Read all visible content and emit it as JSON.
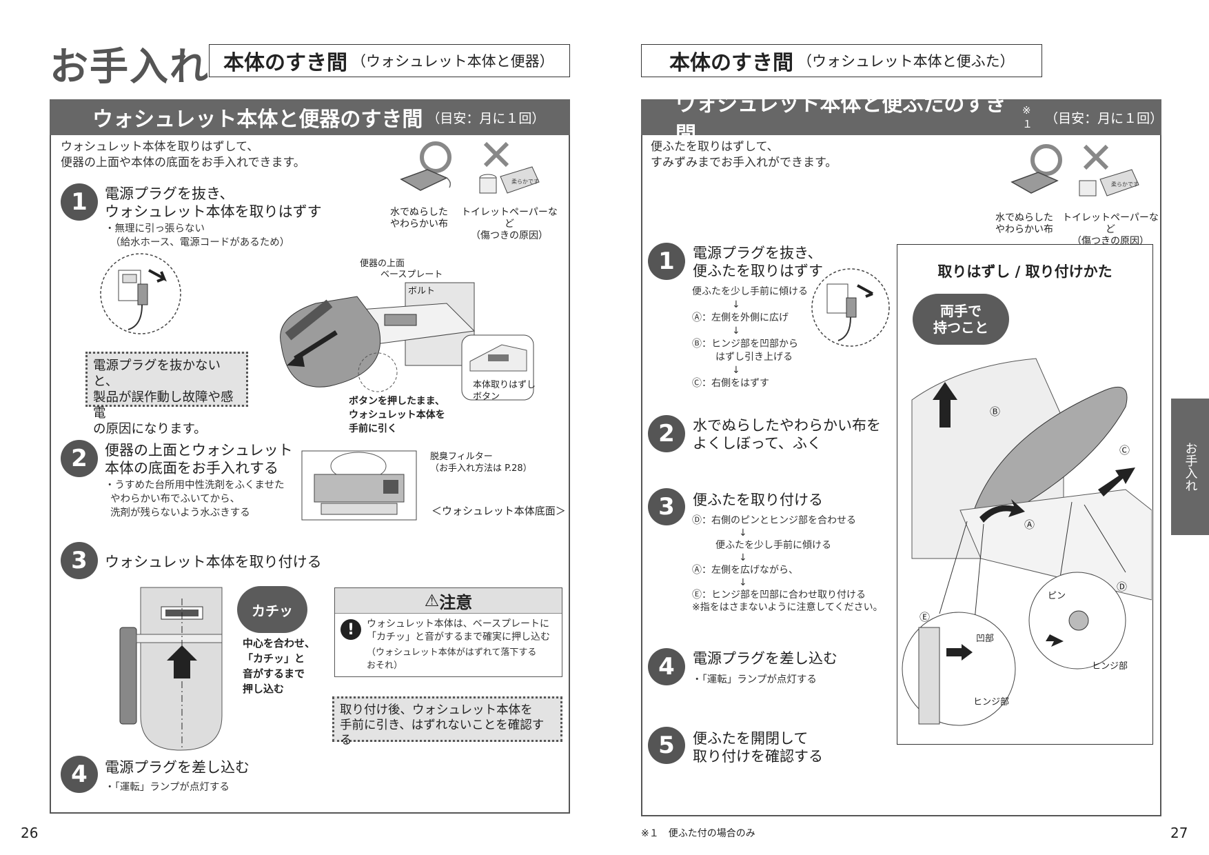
{
  "page_title": "お手入れ",
  "left": {
    "header_main": "本体のすき間",
    "header_sub": "（ウォシュレット本体と便器）",
    "section_title": "ウォシュレット本体と便器のすき間",
    "section_sub": "（目安：月に１回）",
    "intro": [
      "ウォシュレット本体を取りはずして、",
      "便器の上面や本体の底面をお手入れできます。"
    ],
    "good_label": [
      "水でぬらした",
      "やわらかい布"
    ],
    "bad_label": [
      "トイレットペーパーなど",
      "（傷つきの原因）"
    ],
    "paper_text": "柔らかです",
    "steps": [
      {
        "num": "1",
        "title": [
          "電源プラグを抜き、",
          "ウォシュレット本体を取りはずす"
        ],
        "notes": [
          "・無理に引っ張らない",
          "（給水ホース、電源コードがあるため）"
        ]
      },
      {
        "num": "2",
        "title": [
          "便器の上面とウォシュレット",
          "本体の底面をお手入れする"
        ],
        "notes": [
          "・うすめた台所用中性洗剤をふくませた",
          "やわらかい布でふいてから、",
          "洗剤が残らないよう水ぶきする"
        ]
      },
      {
        "num": "3",
        "title": [
          "ウォシュレット本体を取り付ける"
        ],
        "notes": []
      },
      {
        "num": "4",
        "title": [
          "電源プラグを差し込む"
        ],
        "notes": [
          "・「運転」ランプが点灯する"
        ]
      }
    ],
    "warn_box": [
      "電源プラグを抜かないと、",
      "製品が誤作動し故障や感電",
      "の原因になります。"
    ],
    "diagram_labels": {
      "top": "便器の上面",
      "baseplate": "ベースプレート",
      "bolt": "ボルト",
      "release_button": [
        "本体取りはずし",
        "ボタン"
      ],
      "push_instruction": [
        "ボタンを押したまま、",
        "ウォシュレット本体を",
        "手前に引く"
      ],
      "filter": [
        "脱臭フィルター",
        "（お手入れ方法は P.28）"
      ],
      "bottom_caption": "＜ウォシュレット本体底面＞"
    },
    "click_bubble": "カチッ",
    "center_instruction": [
      "中心を合わせ、",
      "「カチッ」と",
      "音がするまで",
      "押し込む"
    ],
    "caution_title": "注意",
    "caution_text": [
      "ウォシュレット本体は、ベースプレートに",
      "「カチッ」と音がするまで確実に押し込む"
    ],
    "caution_sub": [
      "（ウォシュレット本体がはずれて落下する",
      "おそれ）"
    ],
    "confirm_box": [
      "取り付け後、ウォシュレット本体を",
      "手前に引き、はずれないことを確認する"
    ],
    "page_number": "26"
  },
  "right": {
    "header_main": "本体のすき間",
    "header_sub": "（ウォシュレット本体と便ふた）",
    "section_title": "ウォシュレット本体と便ふたのすき間",
    "section_sup": "※１",
    "section_sub": "（目安：月に１回）",
    "intro": [
      "便ふたを取りはずして、",
      "すみずみまでお手入れができます。"
    ],
    "good_label": [
      "水でぬらした",
      "やわらかい布"
    ],
    "bad_label": [
      "トイレットペーパーなど",
      "（傷つきの原因）"
    ],
    "paper_text": "柔らかです",
    "steps": [
      {
        "num": "1",
        "title": [
          "電源プラグを抜き、",
          "便ふたを取りはずす"
        ]
      },
      {
        "num": "2",
        "title": [
          "水でぬらしたやわらかい布を",
          "よくしぼって、ふく"
        ]
      },
      {
        "num": "3",
        "title": [
          "便ふたを取り付ける"
        ]
      },
      {
        "num": "4",
        "title": [
          "電源プラグを差し込む"
        ],
        "notes": [
          "・「運転」ランプが点灯する"
        ]
      },
      {
        "num": "5",
        "title": [
          "便ふたを開閉して",
          "取り付けを確認する"
        ]
      }
    ],
    "step1_sub": [
      "便ふたを少し手前に傾ける",
      "Ⓐ：左側を外側に広げ",
      "Ⓑ：ヒンジ部を凹部から",
      "はずし引き上げる",
      "Ⓒ：右側をはずす"
    ],
    "step3_sub": [
      "Ⓓ：右側のピンとヒンジ部を合わせる",
      "便ふたを少し手前に傾ける",
      "Ⓐ：左側を広げながら、",
      "Ⓔ：ヒンジ部を凹部に合わせ取り付ける",
      "※指をはさまないように注意してください。"
    ],
    "arrow": "↓",
    "figure_title": "取りはずし / 取り付けかた",
    "hold_bubble": [
      "両手で",
      "持つこと"
    ],
    "figure_labels": {
      "a": "Ⓐ",
      "b": "Ⓑ",
      "c": "Ⓒ",
      "d": "Ⓓ",
      "e": "Ⓔ",
      "pin": "ピン",
      "recess": "凹部",
      "hinge": "ヒンジ部"
    },
    "footnote": "※１　便ふた付の場合のみ",
    "side_tab": "お手入れ",
    "page_number": "27"
  }
}
